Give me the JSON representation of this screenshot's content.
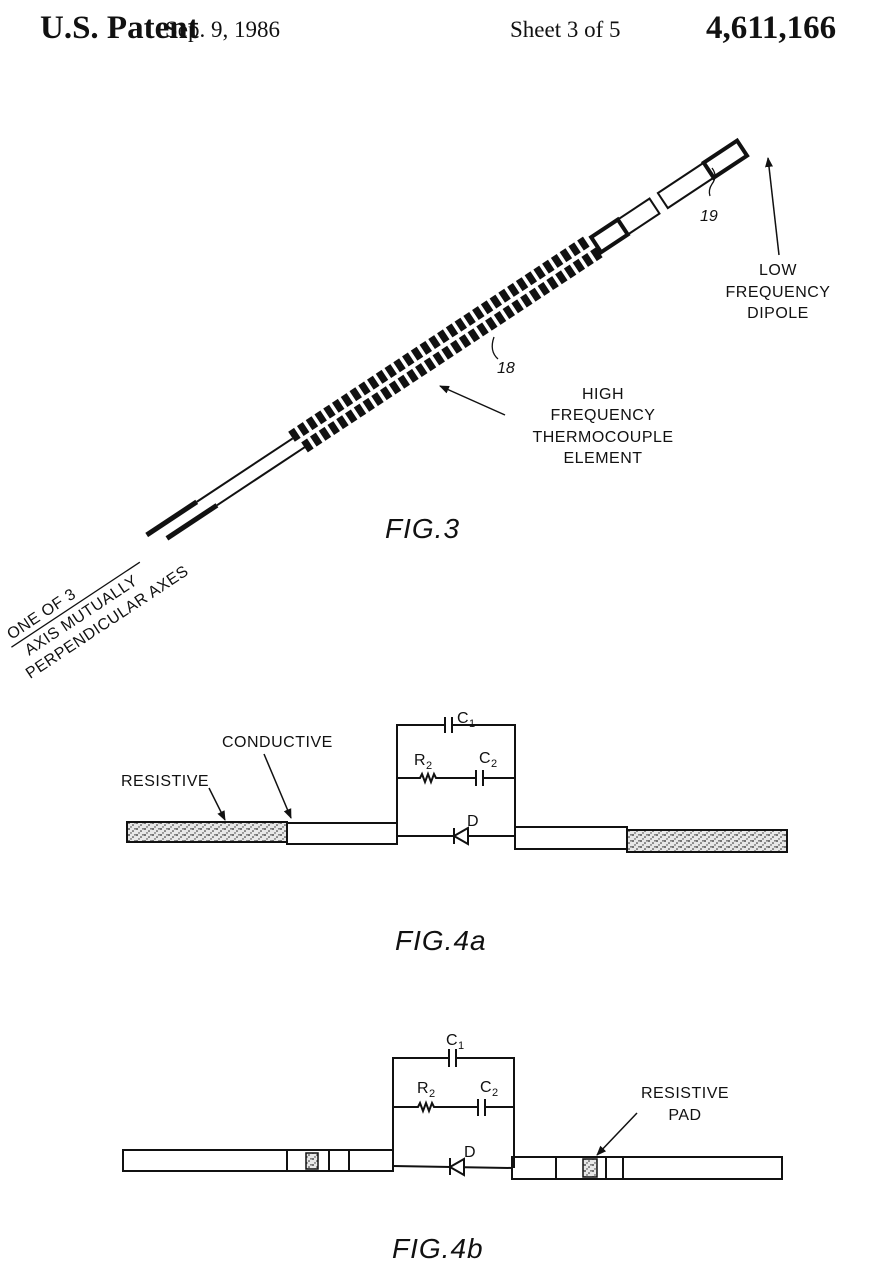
{
  "header": {
    "title": "U.S. Patent",
    "date": "Sep. 9, 1986",
    "sheet": "Sheet 3 of 5",
    "patent_number": "4,611,166"
  },
  "fig3": {
    "caption": "FIG.3",
    "ref_18": "18",
    "ref_19": "19",
    "label_low_freq": [
      "LOW",
      "FREQUENCY",
      "DIPOLE"
    ],
    "label_high_freq": [
      "HIGH",
      "FREQUENCY",
      "THERMOCOUPLE",
      "ELEMENT"
    ],
    "label_axis": [
      "ONE OF 3",
      "AXIS MUTUALLY",
      "PERPENDICULAR AXES"
    ]
  },
  "fig4a": {
    "caption": "FIG.4a",
    "label_resistive": "RESISTIVE",
    "label_conductive": "CONDUCTIVE",
    "c1": "C",
    "c1_sub": "1",
    "r2": "R",
    "r2_sub": "2",
    "c2": "C",
    "c2_sub": "2",
    "diode": "D"
  },
  "fig4b": {
    "caption": "FIG.4b",
    "label_resistive_pad": [
      "RESISTIVE",
      "PAD"
    ],
    "c1": "C",
    "c1_sub": "1",
    "r2": "R",
    "r2_sub": "2",
    "c2": "C",
    "c2_sub": "2",
    "diode": "D"
  }
}
